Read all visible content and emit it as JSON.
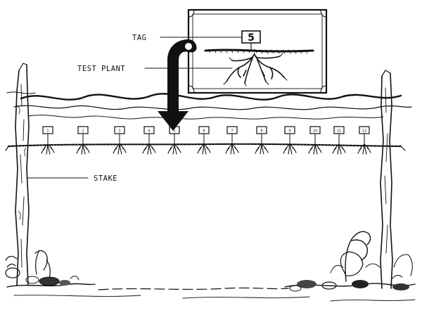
{
  "labels": {
    "tag": "TAG",
    "test_plant": "TEST PLANT",
    "stake": "STAKE"
  },
  "inset_tag_number": "5",
  "row_tags": [
    "1",
    "2",
    "3",
    "4",
    "5",
    "6",
    "7",
    "8",
    "9",
    "10",
    "11",
    "12"
  ],
  "colors": {
    "ink": "#111111",
    "paper": "#ffffff"
  }
}
